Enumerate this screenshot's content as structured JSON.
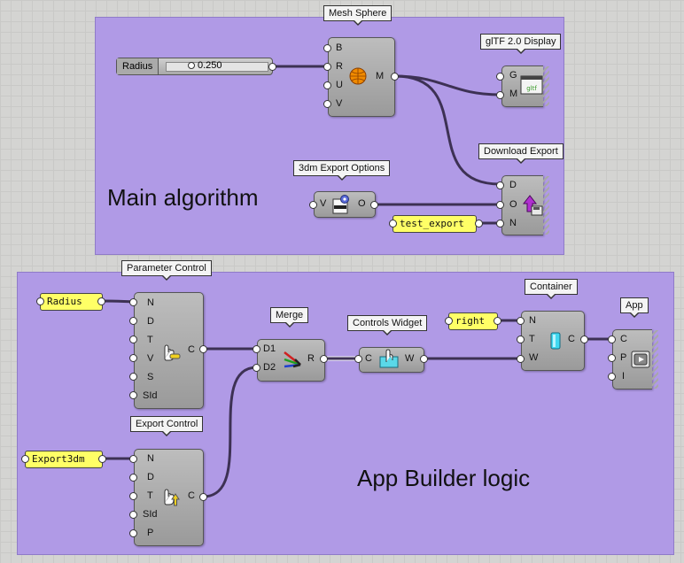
{
  "groups": {
    "main": {
      "title": "Main algorithm",
      "color": "#b09ae6"
    },
    "app": {
      "title": "App Builder logic",
      "color": "#b09ae6"
    }
  },
  "components": {
    "mesh_sphere": {
      "name": "Mesh Sphere",
      "inputs": [
        "B",
        "R",
        "U",
        "V"
      ],
      "outputs": [
        "M"
      ]
    },
    "gltf_display": {
      "name": "glTF 2.0 Display",
      "inputs": [
        "G",
        "M"
      ]
    },
    "download_export": {
      "name": "Download Export",
      "inputs": [
        "D",
        "O",
        "N"
      ]
    },
    "export_options": {
      "name": "3dm Export Options",
      "inputs": [
        "V"
      ],
      "outputs": [
        "O"
      ]
    },
    "parameter_control": {
      "name": "Parameter Control",
      "inputs": [
        "N",
        "D",
        "T",
        "V",
        "S",
        "SId"
      ],
      "outputs": [
        "C"
      ]
    },
    "export_control": {
      "name": "Export Control",
      "inputs": [
        "N",
        "D",
        "T",
        "SId",
        "P"
      ],
      "outputs": [
        "C"
      ]
    },
    "merge": {
      "name": "Merge",
      "inputs": [
        "D1",
        "D2"
      ],
      "outputs": [
        "R"
      ]
    },
    "controls_widget": {
      "name": "Controls Widget",
      "inputs": [
        "C"
      ],
      "outputs": [
        "W"
      ]
    },
    "container": {
      "name": "Container",
      "inputs": [
        "N",
        "T",
        "W"
      ],
      "outputs": [
        "C"
      ]
    },
    "app": {
      "name": "App",
      "inputs": [
        "C",
        "P",
        "I"
      ]
    }
  },
  "slider": {
    "label": "Radius",
    "value": "0.250"
  },
  "panels": {
    "test_export": "test_export",
    "radius": "Radius",
    "right": "right",
    "export3dm": "Export3dm"
  },
  "icons": {
    "mesh_sphere": "orange-sphere-icon",
    "gltf_display": "gltf-viewer-icon",
    "download_export": "download-arrow-icon",
    "export_options": "3dm-file-gear-icon",
    "parameter_control": "hand-slider-icon",
    "export_control": "hand-arrow-icon",
    "merge": "merge-arrows-icon",
    "controls_widget": "hand-box-icon",
    "container": "cyan-container-icon",
    "app": "play-screen-icon"
  }
}
